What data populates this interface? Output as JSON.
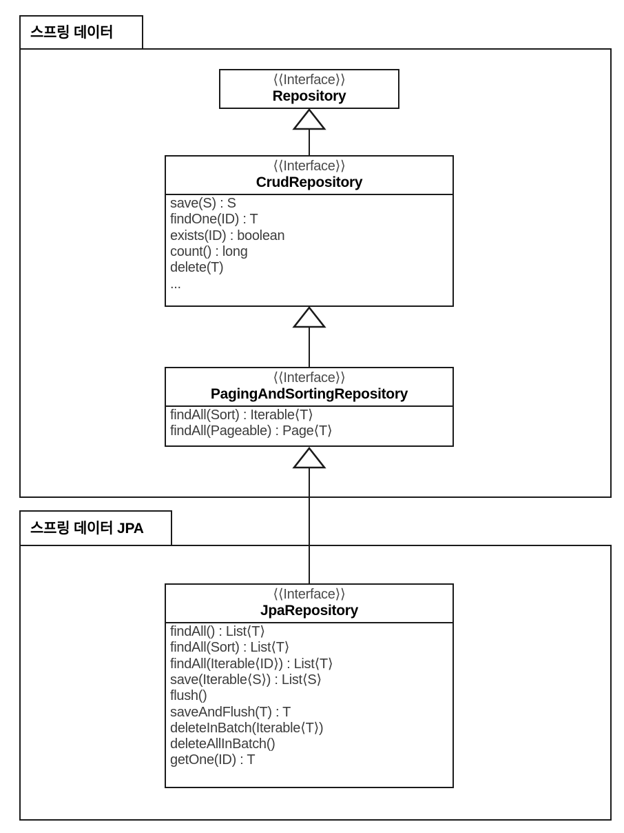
{
  "diagram": {
    "title": "Spring Data repository interface hierarchy",
    "type": "uml-class-diagram",
    "stereotype_label": "⟨⟨Interface⟩⟩",
    "line_color": "#1a1a1a",
    "background_color": "#ffffff"
  },
  "packages": [
    {
      "name": "spring-data",
      "label": "스프링 데이터"
    },
    {
      "name": "spring-data-jpa",
      "label": "스프링 데이터 JPA"
    }
  ],
  "classes": [
    {
      "id": "repository",
      "stereotype": "⟨⟨Interface⟩⟩",
      "name": "Repository",
      "members": []
    },
    {
      "id": "crud-repository",
      "stereotype": "⟨⟨Interface⟩⟩",
      "name": "CrudRepository",
      "members": [
        "save(S) : S",
        "findOne(ID) : T",
        "exists(ID) : boolean",
        "count() : long",
        "delete(T)",
        "..."
      ]
    },
    {
      "id": "paging-and-sorting-repository",
      "stereotype": "⟨⟨Interface⟩⟩",
      "name": "PagingAndSortingRepository",
      "members": [
        "findAll(Sort) : Iterable⟨T⟩",
        "findAll(Pageable) : Page⟨T⟩"
      ]
    },
    {
      "id": "jpa-repository",
      "stereotype": "⟨⟨Interface⟩⟩",
      "name": "JpaRepository",
      "members": [
        "findAll() : List⟨T⟩",
        "findAll(Sort) : List⟨T⟩",
        "findAll(Iterable⟨ID⟩) : List⟨T⟩",
        "save(Iterable⟨S⟩) : List⟨S⟩",
        "flush()",
        "saveAndFlush(T) : T",
        "deleteInBatch(Iterable⟨T⟩)",
        "deleteAllInBatch()",
        "getOne(ID) : T"
      ]
    }
  ],
  "relationships": [
    {
      "from": "CrudRepository",
      "to": "Repository",
      "type": "generalization"
    },
    {
      "from": "PagingAndSortingRepository",
      "to": "CrudRepository",
      "type": "generalization"
    },
    {
      "from": "JpaRepository",
      "to": "PagingAndSortingRepository",
      "type": "generalization"
    }
  ]
}
